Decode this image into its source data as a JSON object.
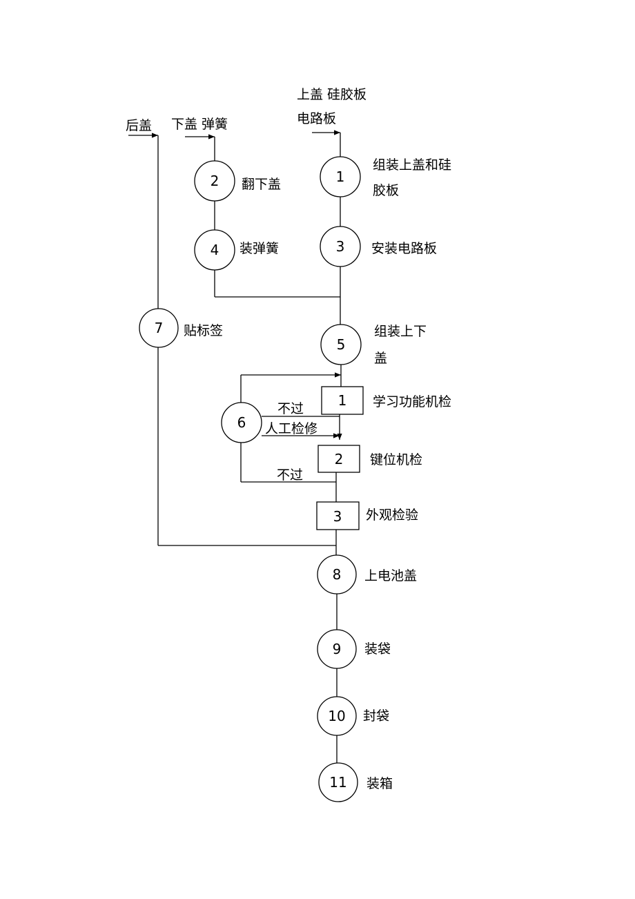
{
  "inputs": {
    "upper_line1": "上盖 硅胶板",
    "upper_line2": "电路板",
    "lower": "下盖 弹簧",
    "back": "后盖"
  },
  "operations": [
    {
      "id": "1",
      "label_line1": "组装上盖和硅",
      "label_line2": "胶板"
    },
    {
      "id": "2",
      "label_line1": "翻下盖"
    },
    {
      "id": "3",
      "label_line1": "安装电路板"
    },
    {
      "id": "4",
      "label_line1": "装弹簧"
    },
    {
      "id": "5",
      "label_line1": "组装上下",
      "label_line2": "盖"
    },
    {
      "id": "6"
    },
    {
      "id": "7",
      "label_line1": "贴标签"
    },
    {
      "id": "8",
      "label_line1": "上电池盖"
    },
    {
      "id": "9",
      "label_line1": "装袋"
    },
    {
      "id": "10",
      "label_line1": "封袋"
    },
    {
      "id": "11",
      "label_line1": "装箱"
    }
  ],
  "inspections": [
    {
      "id": "1",
      "label": "学习功能机检"
    },
    {
      "id": "2",
      "label": "键位机检"
    },
    {
      "id": "3",
      "label": "外观检验"
    }
  ],
  "flow_labels": {
    "fail_1": "不过",
    "repair": "人工检修",
    "fail_2": "不过"
  },
  "colors": {
    "line": "#000000",
    "background": "#ffffff"
  }
}
